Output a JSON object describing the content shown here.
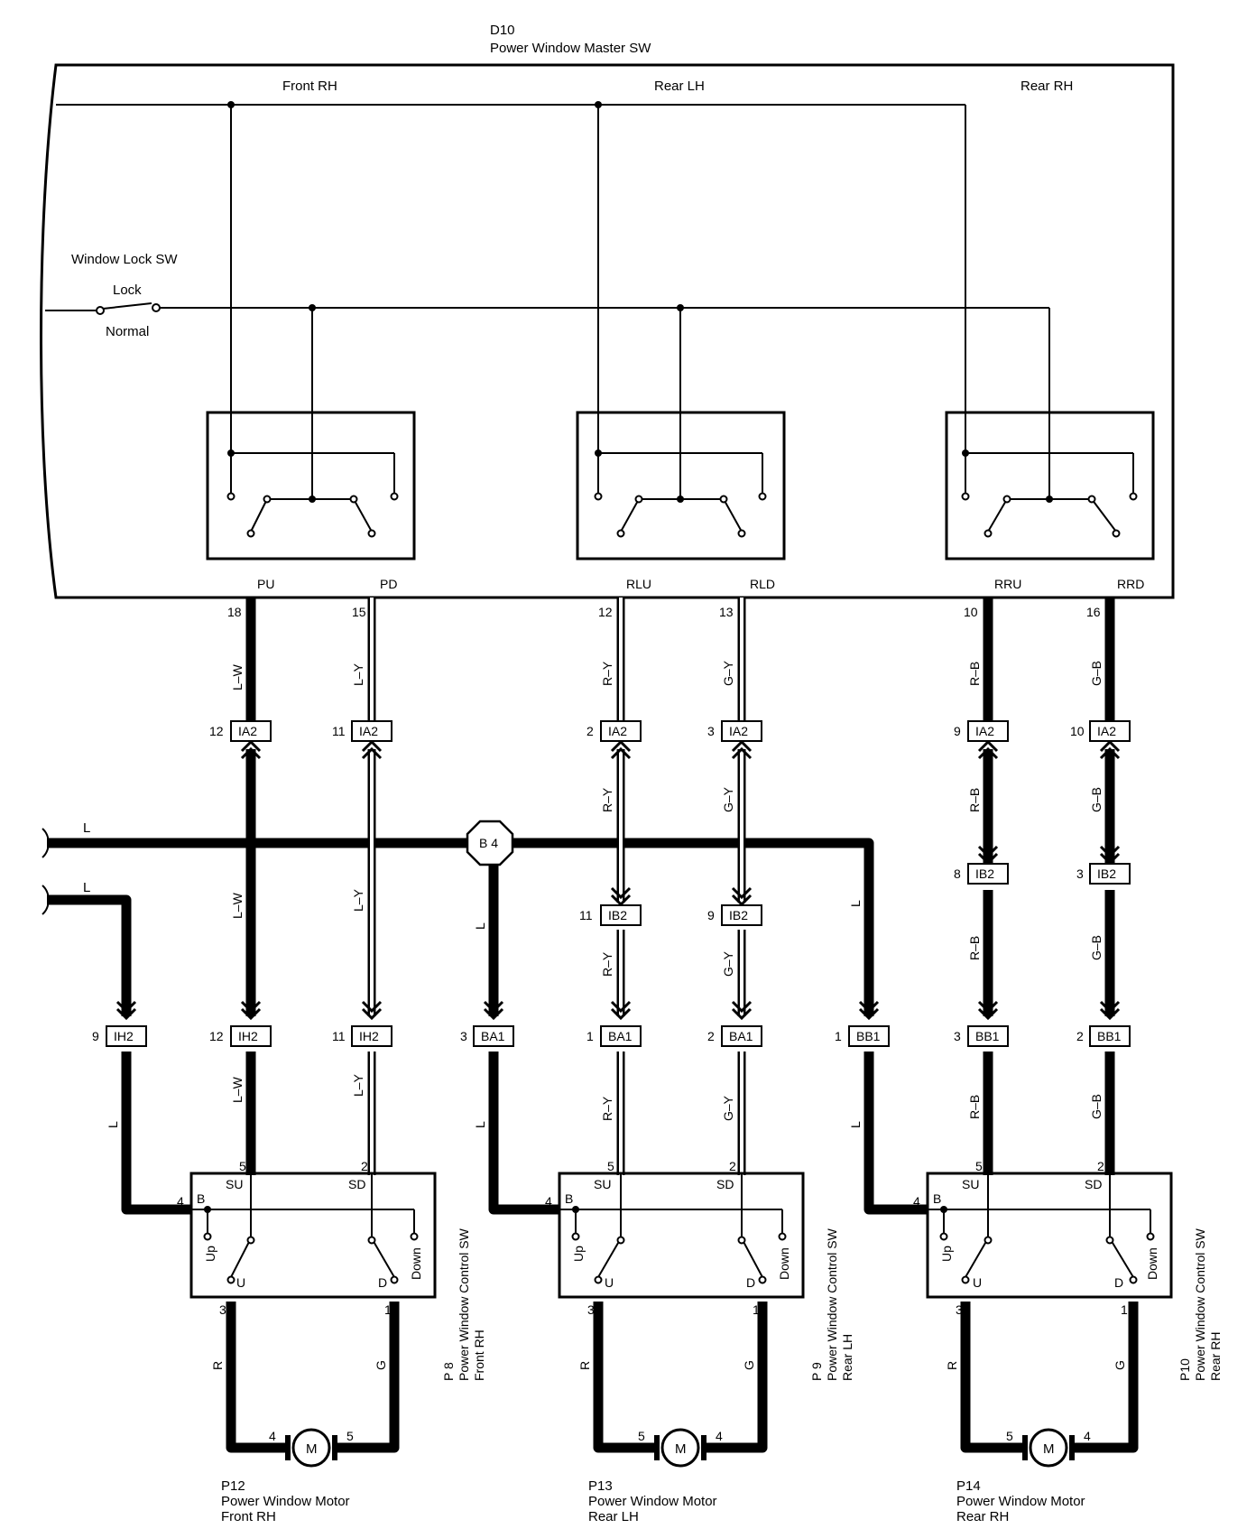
{
  "master": {
    "code": "D10",
    "name": "Power Window Master SW",
    "sections": [
      "Front RH",
      "Rear LH",
      "Rear RH"
    ],
    "lock_sw": {
      "title": "Window Lock SW",
      "lock": "Lock",
      "normal": "Normal"
    },
    "terminals": [
      "PU",
      "PD",
      "RLU",
      "RLD",
      "RRU",
      "RRD"
    ],
    "terminal_pins": [
      "18",
      "15",
      "12",
      "13",
      "10",
      "16"
    ]
  },
  "connectors": {
    "ia2": "IA2",
    "ib2": "IB2",
    "ih2": "IH2",
    "ba1": "BA1",
    "bb1": "BB1",
    "b4": "B 4",
    "ia2_pins": [
      "12",
      "11",
      "2",
      "3",
      "9",
      "10"
    ],
    "ib2_pins": [
      "11",
      "9",
      "8",
      "3"
    ],
    "ih2_pins": [
      "9",
      "12",
      "11"
    ],
    "ba1_pins": [
      "3",
      "1",
      "2"
    ],
    "bb1_pins": [
      "1",
      "3",
      "2"
    ]
  },
  "wire_colors": {
    "lw": "L–W",
    "ly": "L–Y",
    "ry": "R–Y",
    "gy": "G–Y",
    "rb": "R–B",
    "gb": "G–B",
    "l": "L",
    "r": "R",
    "g": "G"
  },
  "control_sw": {
    "terminals": {
      "su": "SU",
      "sd": "SD",
      "b": "B",
      "u": "U",
      "d": "D",
      "up": "Up",
      "down": "Down"
    },
    "pins": {
      "su": "5",
      "sd": "2",
      "b": "4",
      "u": "3",
      "d": "1"
    },
    "units": [
      {
        "code": "P 8",
        "name": "Power Window Control SW",
        "pos": "Front RH"
      },
      {
        "code": "P 9",
        "name": "Power Window Control SW",
        "pos": "Rear LH"
      },
      {
        "code": "P10",
        "name": "Power Window Control SW",
        "pos": "Rear RH"
      }
    ]
  },
  "motors": {
    "symbol": "M",
    "units": [
      {
        "code": "P12",
        "name": "Power Window Motor",
        "pos": "Front RH",
        "left_pin": "4",
        "right_pin": "5"
      },
      {
        "code": "P13",
        "name": "Power Window Motor",
        "pos": "Rear LH",
        "left_pin": "5",
        "right_pin": "4"
      },
      {
        "code": "P14",
        "name": "Power Window Motor",
        "pos": "Rear RH",
        "left_pin": "5",
        "right_pin": "4"
      }
    ]
  }
}
